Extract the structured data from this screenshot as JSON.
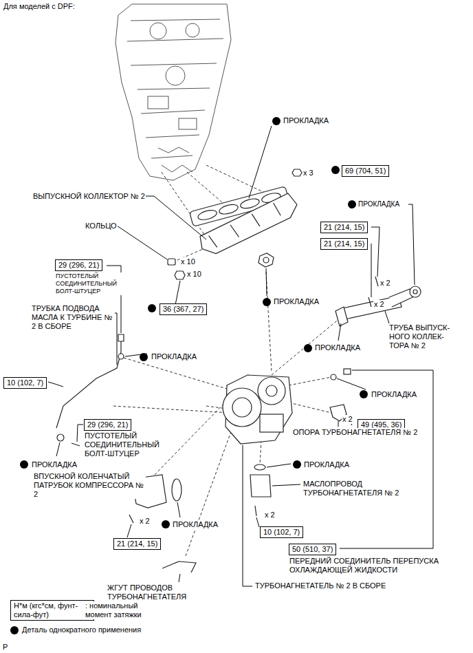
{
  "diagram": {
    "title": "Для моделей с DPF:",
    "nodes": [
      {
        "text": [
          "69 (704, 51)"
        ]
      },
      {
        "text": [
          "21 (214, 15)"
        ]
      },
      {
        "text": [
          "21 (214, 15)"
        ]
      },
      {
        "text": [
          "29 (296, 21)"
        ]
      },
      {
        "text": [
          "36 (367, 27)"
        ]
      },
      {
        "text": [
          "10 (102, 7)"
        ]
      },
      {
        "text": [
          "29 (296, 21)"
        ]
      },
      {
        "text": [
          "49 (495, 36)"
        ]
      },
      {
        "text": [
          "10 (102, 7)"
        ]
      },
      {
        "text": [
          "21 (214, 15)"
        ]
      },
      {
        "text": [
          "50 (510, 37)"
        ]
      },
      {
        "text": [
          "Н*м (кгс*см, фунт-сила-фут)"
        ]
      }
    ],
    "labels": [
      "x 3",
      "ПРОКЛАДКА",
      "ВЫПУСКНОЙ КОЛЛЕКТОР № 2",
      "ПРОКЛАДКА",
      "КОЛЬЦО",
      "x 10",
      "x 10",
      "ПУСТОТЕЛЫЙ СОЕДИНИТЕЛЬНЫЙ БОЛТ-ШТУЦЕР",
      "x 2",
      "x 2",
      "ПРОКЛАДКА",
      "ТРУБКА ПОДВОДА МАСЛА К ТУРБИНЕ № 2 В СБОРЕ",
      "ТРУБА ВЫПУСК- НОГО КОЛЛЕК- ТОРА № 2",
      "ПРОКЛАДКА",
      "ПРОКЛАДКА",
      "ПРОКЛАДКА",
      "ОПОРА ТУРБОНАГНЕТАТЕЛЯ № 2",
      "x 2",
      "ПУСТОТЕЛЫЙ СОЕДИНИТЕЛЬНЫЙ БОЛТ-ШТУЦЕР",
      "ПРОКЛАДКА",
      "ПРОКЛАДКА",
      "ВПУСКНОЙ КОЛЕНЧАТЫЙ ПАТРУБОК КОМПРЕССОРА № 2",
      "МАСЛОПРОВОД ТУРБОНАГНЕТАТЕЛЯ № 2",
      "x 2",
      "ПРОКЛАДКА",
      "x 2",
      "ПЕРЕДНИЙ СОЕДИНИТЕЛЬ ПЕРЕПУСКА ОХЛАЖДАЮЩЕЙ ЖИДКОСТИ",
      "ЖГУТ ПРОВОДОВ ТУРБОНАГНЕТАТЕЛЯ",
      "ТУРБОНАГНЕТАТЕЛЬ № 2 В СБОРЕ",
      "P"
    ],
    "legend": [
      {
        "text": ": номинальный момент затяжки"
      },
      {
        "text": "Деталь однократного применения"
      }
    ]
  }
}
